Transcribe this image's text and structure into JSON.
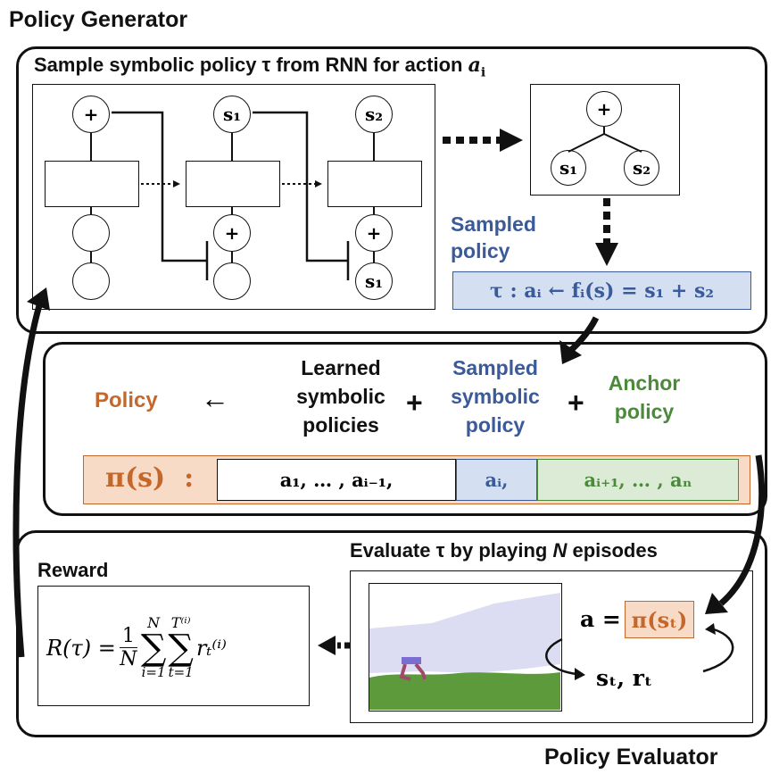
{
  "titles": {
    "generator": "Policy Generator",
    "evaluator": "Policy Evaluator"
  },
  "rnn": {
    "title_text": "Sample symbolic policy τ from RNN for action ",
    "title_var": "a",
    "title_sub": "i",
    "step1_top": "+",
    "step2_top": "s₁",
    "step3_top": "s₂",
    "step2_bottom": "+",
    "step3_mid": "+",
    "step3_bottom": "s₁"
  },
  "tree": {
    "root": "+",
    "left": "s₁",
    "right": "s₂"
  },
  "sampled_policy": {
    "label": "Sampled policy",
    "equation": "τ : aᵢ ← fᵢ(s) = s₁ + s₂"
  },
  "combine": {
    "policy": "Policy",
    "arrow": "←",
    "learned": "Learned symbolic policies",
    "plus": "+",
    "sampled": "Sampled symbolic policy",
    "anchor": "Anchor policy"
  },
  "pi_row": {
    "pi_label": "π(s)  :",
    "learned_cell": "a₁, … , aᵢ₋₁,",
    "sampled_cell": "aᵢ,",
    "anchor_cell": "aᵢ₊₁, … , aₙ"
  },
  "evaluator": {
    "title_prefix": "Evaluate τ by playing ",
    "title_N": "N",
    "title_suffix": " episodes",
    "action_lhs": "a =",
    "action_rhs": "π(sₜ)",
    "state": "sₜ, rₜ"
  },
  "reward": {
    "label": "Reward",
    "formula_lhs": "R(τ) =",
    "frac_num": "1",
    "frac_den": "N",
    "sum1_top": "N",
    "sum1_bottom": "i=1",
    "sum2_top": "T⁽ⁱ⁾",
    "sum2_bottom": "t=1",
    "term": "rₜ⁽ⁱ⁾"
  },
  "colors": {
    "blue": "#3a5a99",
    "green": "#4b8a3a",
    "orange": "#c5672a",
    "blue_fill": "#d4e0f2",
    "green_fill": "#dcebd5",
    "orange_fill": "#f8dbc6",
    "sky": "#dcdcf3",
    "ground": "#5c9a3c"
  }
}
